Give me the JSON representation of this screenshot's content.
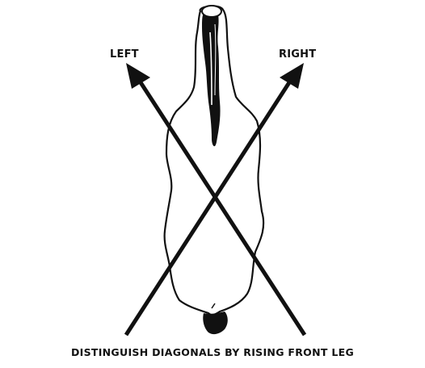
{
  "diagram": {
    "labels": {
      "left": "LEFT",
      "right": "RIGHT"
    },
    "caption": "DISTINGUISH DIAGONALS BY RISING FRONT LEG",
    "colors": {
      "ink": "#111111",
      "body_fill": "#ffffff",
      "background": "#ffffff"
    },
    "icons": {
      "horse": "horse-top-view-icon",
      "left_arrow": "arrow-up-left-icon",
      "right_arrow": "arrow-up-right-icon"
    }
  }
}
